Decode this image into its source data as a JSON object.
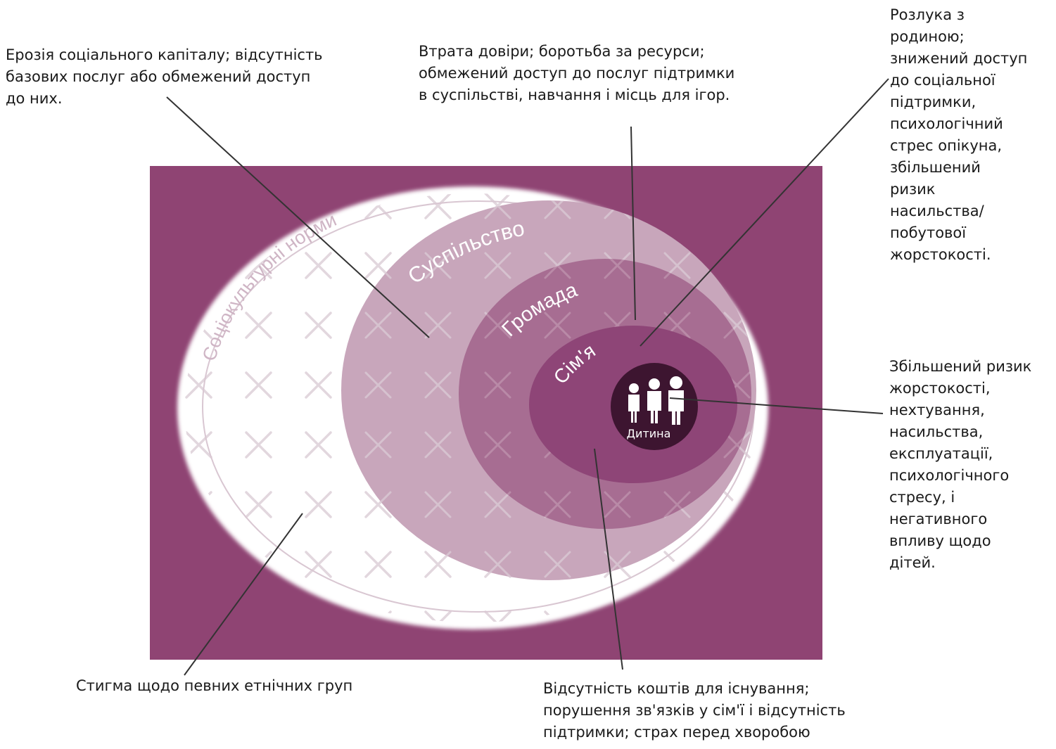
{
  "layers": {
    "sociocultural": "Соціокультурні норми",
    "society": "Суспільство",
    "community": "Громада",
    "family": "Сім'я",
    "child": "Дитина"
  },
  "annotations": {
    "erosion": [
      "Ерозія соціального капіталу; відсутність",
      "базових послуг або обмежений доступ",
      "до них."
    ],
    "trust": [
      "Втрата довіри; боротьба за ресурси;",
      "обмежений доступ до послуг підтримки",
      "в суспільстві, навчання і місць для ігор."
    ],
    "separation": [
      "Розлука з",
      "родиною;",
      "знижений доступ",
      "до соціальної",
      "підтримки,",
      "психологічний",
      "стрес опікуна,",
      "збільшений",
      "ризик",
      "насильства/",
      "побутової",
      "жорстокості."
    ],
    "violence_risk": [
      "Збільшений ризик",
      "жорстокості,",
      "нехтування,",
      "насильства,",
      "експлуатації,",
      "психологічного",
      "стресу, і",
      "негативного",
      "впливу щодо",
      "дітей."
    ],
    "stigma": [
      "Стигма щодо певних етнічних груп"
    ],
    "livelihood": [
      "Відсутність коштів для існування;",
      "порушення зв'язків у сім'ї і відсутність",
      "підтримки; страх перед хворобою"
    ]
  },
  "colors": {
    "frame": "#8f4473",
    "outer_ellipse": "#ffffff",
    "society": "#c8a6bb",
    "community": "#a76d92",
    "family": "#8e4577",
    "child": "#3d1530",
    "label_light": "#ffffff",
    "label_faint": "#cfb5c5",
    "leader_line": "#333333"
  }
}
